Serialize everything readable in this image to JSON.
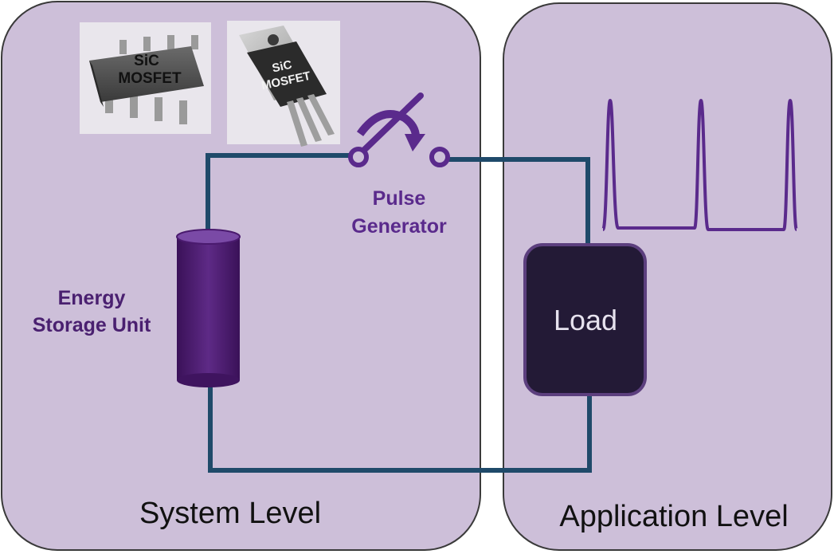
{
  "panels": {
    "system": {
      "label": "System Level"
    },
    "application": {
      "label": "Application Level"
    }
  },
  "components": {
    "energy_storage": {
      "line1": "Energy",
      "line2": "Storage Unit"
    },
    "pulse_generator": {
      "line1": "Pulse",
      "line2": "Generator"
    },
    "load": {
      "label": "Load"
    }
  },
  "chips": {
    "soic": {
      "line1": "SiC",
      "line2": "MOSFET"
    },
    "to247": {
      "line1": "SiC",
      "line2": "MOSFET"
    }
  },
  "waveform": {
    "pulse_count": 3
  },
  "colors": {
    "panel_fill": "#cdbfd9",
    "panel_stroke": "#3a3a3a",
    "wire": "#1f4a6a",
    "accent_purple": "#5a2a8c",
    "capacitor": "#4a1a6e",
    "load_fill": "#231a36",
    "load_stroke": "#5c3f7e"
  },
  "icons": [
    "switch-icon",
    "rotate-arrow-icon",
    "capacitor-icon",
    "pulse-waveform-icon",
    "chip-soic-icon",
    "chip-to247-icon"
  ]
}
